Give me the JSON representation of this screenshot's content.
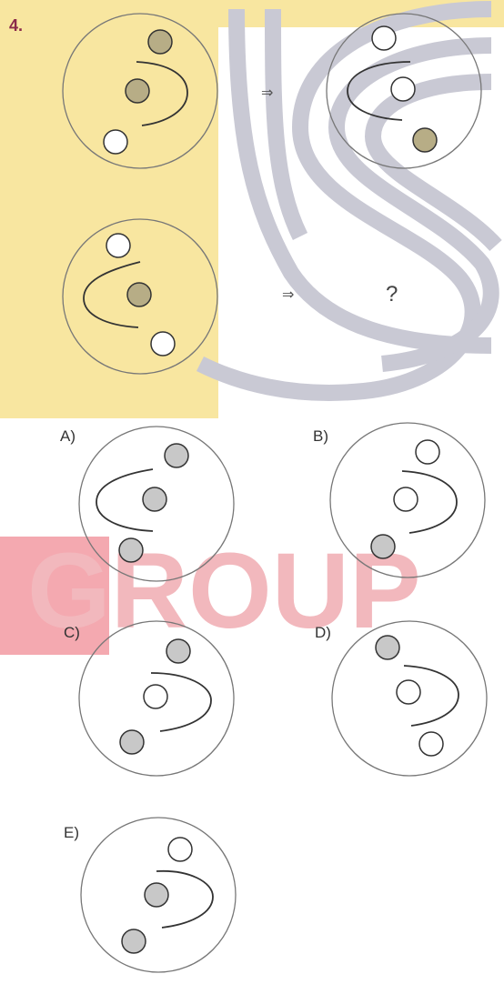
{
  "question": {
    "number": "4.",
    "number_color": "#8a2a4a",
    "arrow_symbol": "⇒",
    "unknown_symbol": "?"
  },
  "watermark": {
    "text": "GROUP",
    "text_color": "#f2b8bd",
    "band_color": "#f8e6a0",
    "stripe_color": "#c9c9d4",
    "red_color": "#f4a9b0"
  },
  "options": [
    {
      "label": "A)"
    },
    {
      "label": "B)"
    },
    {
      "label": "C)"
    },
    {
      "label": "D)"
    },
    {
      "label": "E)"
    }
  ],
  "colors": {
    "outline": "#333333",
    "outer_circle": "#777777",
    "dark_fill": "#b7ad86",
    "grey_fill": "#c8c8c8",
    "white_fill": "#ffffff"
  }
}
